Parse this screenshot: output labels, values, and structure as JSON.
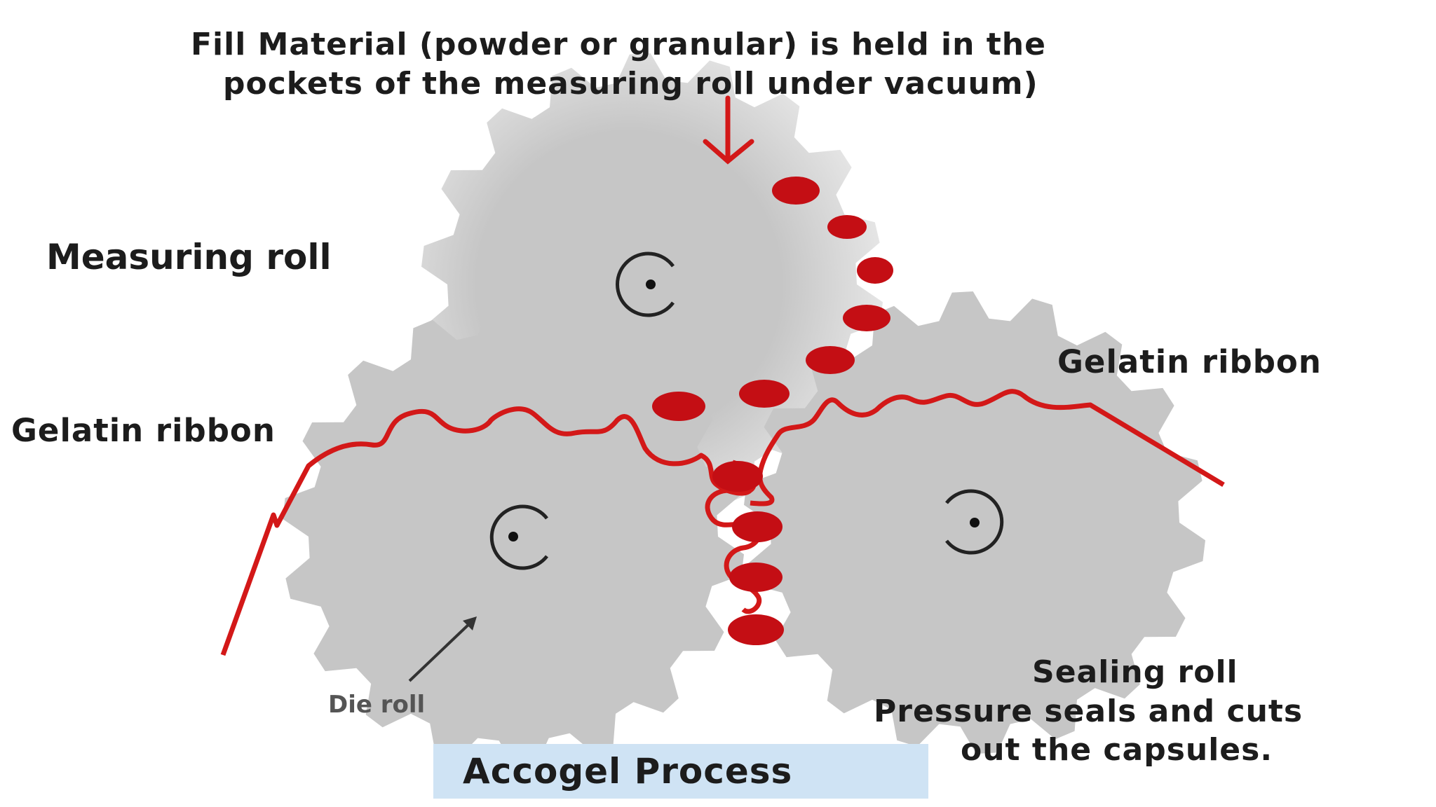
{
  "title": {
    "line1": "Fill Material (powder or granular)  is held in the",
    "line2": "pockets of the measuring roll under vacuum)"
  },
  "labels": {
    "measuring_roll": "Measuring roll",
    "gelatin_ribbon_left": "Gelatin ribbon",
    "gelatin_ribbon_right": "Gelatin ribbon",
    "die_roll": "Die roll",
    "sealing_roll": "Sealing roll",
    "sealing_desc_line1": "Pressure seals and cuts",
    "sealing_desc_line2": "out the capsules."
  },
  "caption": "Accogel Process",
  "colors": {
    "roll_fill": "#c8c8c8",
    "fill_material": "#c40e14",
    "ribbon": "#d31818",
    "caption_background": "#cfe3f4",
    "text": "#1c1c1c"
  },
  "icons": [
    "rotation-arrow-icon",
    "down-arrow-icon",
    "pointer-arrow-icon"
  ]
}
